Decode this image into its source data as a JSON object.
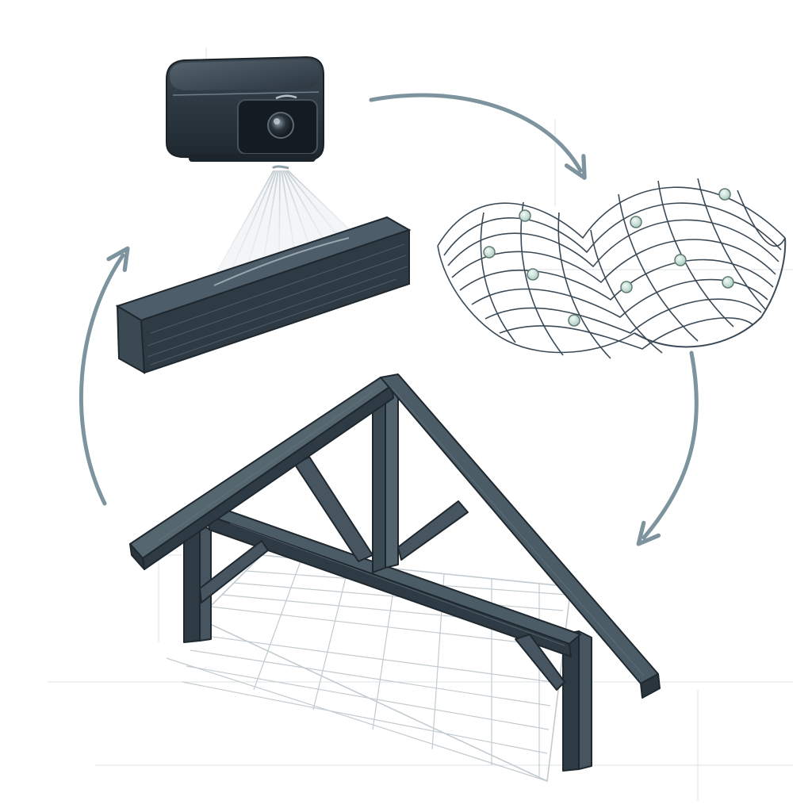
{
  "palette": {
    "dark": "#2c3740",
    "mid": "#3b4a56",
    "light": "#5a6b78",
    "arrow": "#7d949e",
    "node": "#cfe3dc",
    "sketch": "#c9d0d5"
  },
  "icons": {
    "scanner": "scanner-camera-icon",
    "beam": "timber-beam-icon",
    "mesh": "wave-mesh-icon",
    "truss": "roof-truss-icon"
  },
  "cycle": {
    "arrows": [
      "scan-to-mesh",
      "mesh-to-truss",
      "truss-to-scan"
    ]
  }
}
